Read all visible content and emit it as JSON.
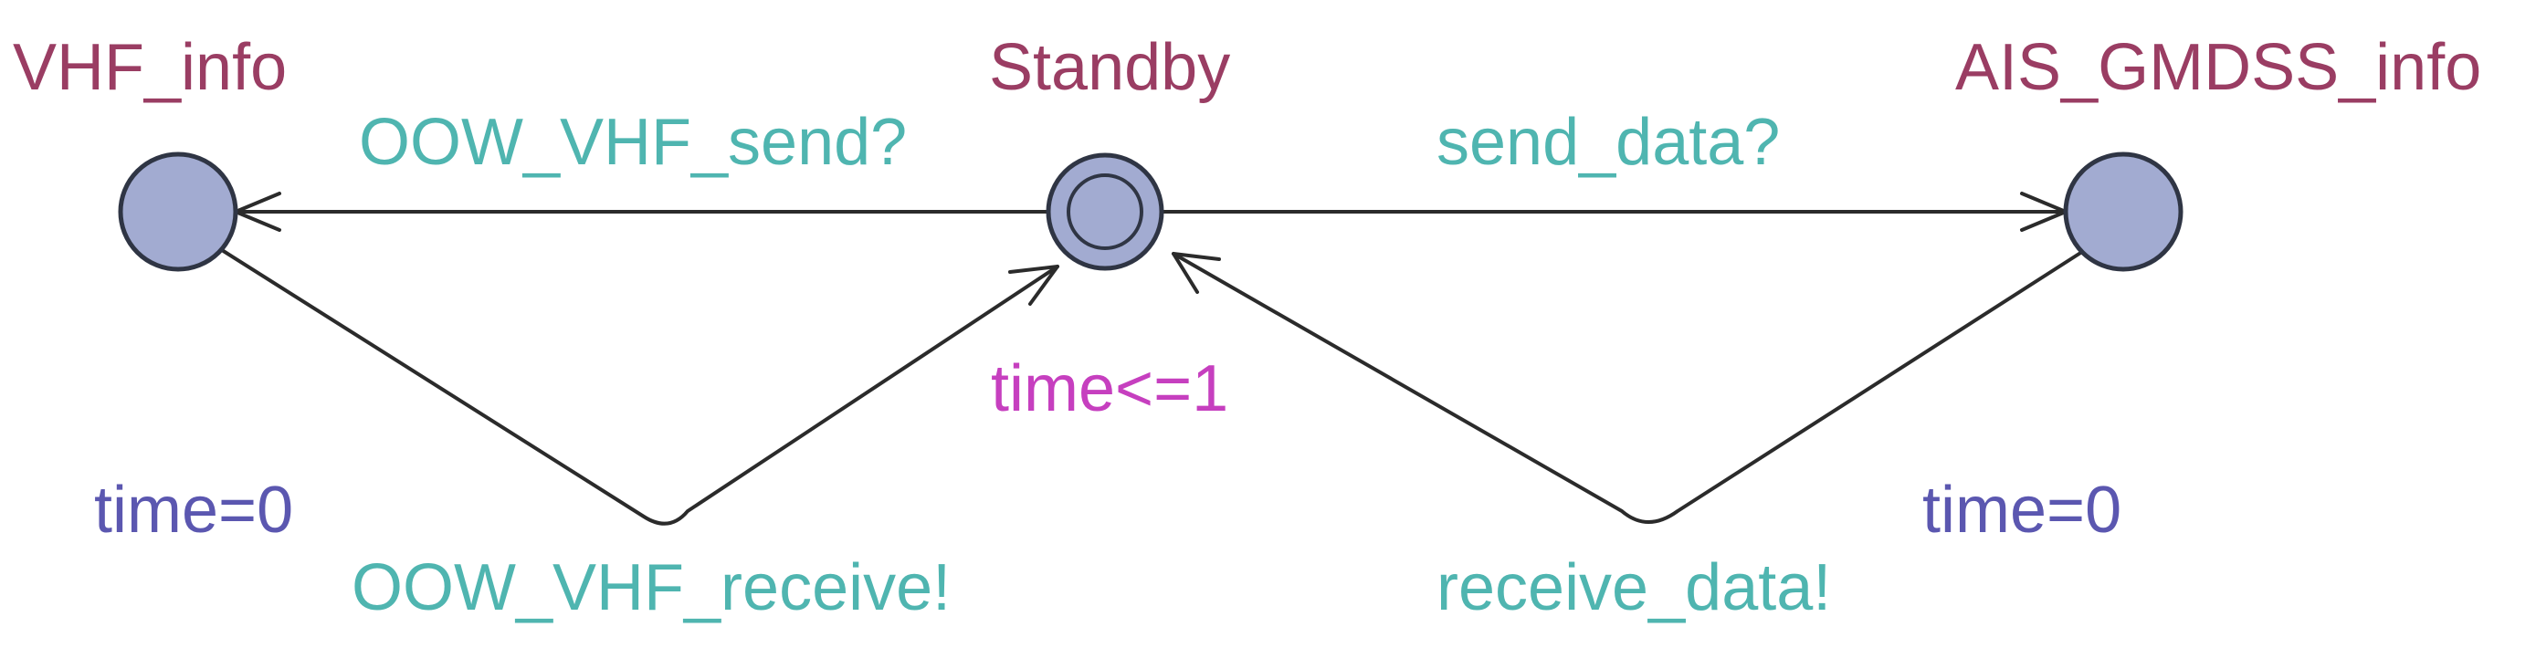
{
  "locations": [
    {
      "id": "vhf_info",
      "name": "VHF_info",
      "initial": false,
      "invariant": ""
    },
    {
      "id": "standby",
      "name": "Standby",
      "initial": true,
      "invariant": "time<=1"
    },
    {
      "id": "ais_gmdss_info",
      "name": "AIS_GMDSS_info",
      "initial": false,
      "invariant": ""
    }
  ],
  "edges": [
    {
      "id": "standby_to_vhf",
      "from": "standby",
      "to": "vhf_info",
      "sync": "OOW_VHF_send?",
      "update": ""
    },
    {
      "id": "standby_to_ais",
      "from": "standby",
      "to": "ais_gmdss_info",
      "sync": "send_data?",
      "update": ""
    },
    {
      "id": "vhf_to_standby",
      "from": "vhf_info",
      "to": "standby",
      "sync": "OOW_VHF_receive!",
      "update": "time=0"
    },
    {
      "id": "ais_to_standby",
      "from": "ais_gmdss_info",
      "to": "standby",
      "sync": "receive_data!",
      "update": "time=0"
    }
  ],
  "colors": {
    "location_name": "#9a3d63",
    "synchronisation": "#4fb5b0",
    "update": "#5b57b0",
    "invariant": "#c63fbf",
    "location_fill": "#a2abd1",
    "location_stroke": "#2f3544",
    "edge": "#2b2b2b",
    "background": "#ffffff"
  }
}
